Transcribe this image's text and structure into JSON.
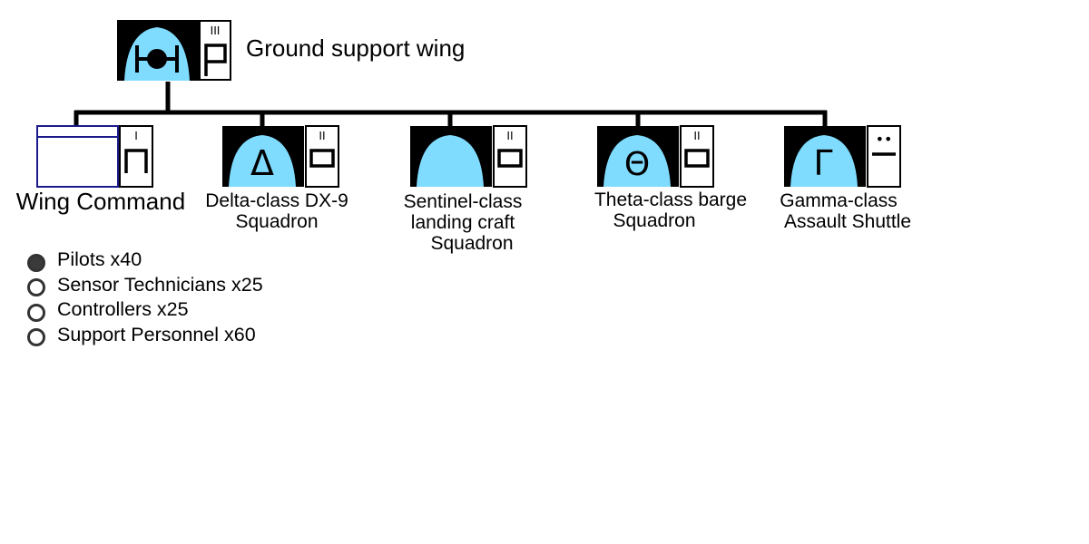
{
  "root": {
    "label": "Ground support wing",
    "size_mark": "III",
    "symbol_icon": "starfighter-wing-icon",
    "echelon_icon": "flag-echelon-icon"
  },
  "units": [
    {
      "lines": [
        "Wing Command"
      ],
      "size_mark": "I",
      "symbol_icon": "headquarters-icon",
      "echelon_icon": "bracket-echelon-icon"
    },
    {
      "lines": [
        "Delta-class DX-9",
        "Squadron"
      ],
      "size_mark": "II",
      "glyph": "Δ",
      "symbol_icon": "delta-icon",
      "echelon_icon": "box-echelon-icon"
    },
    {
      "lines": [
        "Sentinel-class",
        "landing craft",
        "Squadron"
      ],
      "size_mark": "II",
      "glyph": "",
      "symbol_icon": "landing-craft-icon",
      "echelon_icon": "box-echelon-icon"
    },
    {
      "lines": [
        "Theta-class barge",
        "Squadron"
      ],
      "size_mark": "II",
      "glyph": "Θ",
      "symbol_icon": "theta-icon",
      "echelon_icon": "box-echelon-icon"
    },
    {
      "lines": [
        "Gamma-class",
        "Assault Shuttle"
      ],
      "size_mark": "••",
      "glyph": "Γ",
      "symbol_icon": "gamma-icon",
      "echelon_icon": "bar-echelon-icon"
    }
  ],
  "legend": [
    {
      "label": "Pilots x40",
      "filled": true
    },
    {
      "label": "Sensor Technicians x25",
      "filled": false
    },
    {
      "label": "Controllers x25",
      "filled": false
    },
    {
      "label": "Support Personnel x60",
      "filled": false
    }
  ],
  "colors": {
    "unit_fill": "#80dcff",
    "frame": "#000000",
    "hq_border": "#1a1a8c",
    "bullet_dark": "#3a3a3a"
  }
}
